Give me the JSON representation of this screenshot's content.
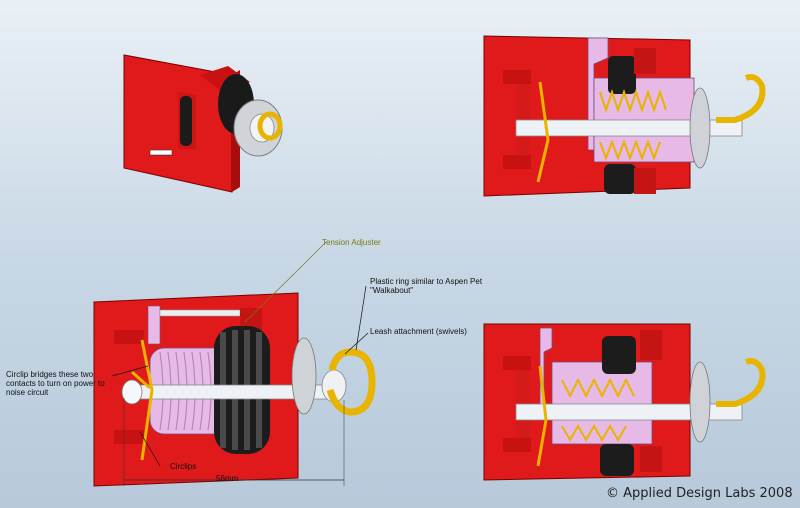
{
  "labels": {
    "tension_adjuster": "Tension Adjuster",
    "plastic_ring": "Plastic ring similar to Aspen Pet \"Walkabout\"",
    "leash_attachment": "Leash attachment (swivels)",
    "circlip_bridges": "Circlip bridges these two contacts to turn on power to noise circuit",
    "circlips": "Circlips",
    "dimension": "56mm"
  },
  "copyright": "© Applied Design Labs 2008",
  "colors": {
    "housing_red": "#e01a1a",
    "spring_pink": "#e6b9e6",
    "knob_black": "#1c1c1c",
    "shaft_white": "#eef2f7",
    "gold": "#e8b400",
    "disc_silver": "#cfd3d8",
    "background_top": "#e9f0f6",
    "background_bottom": "#b7c9da"
  }
}
